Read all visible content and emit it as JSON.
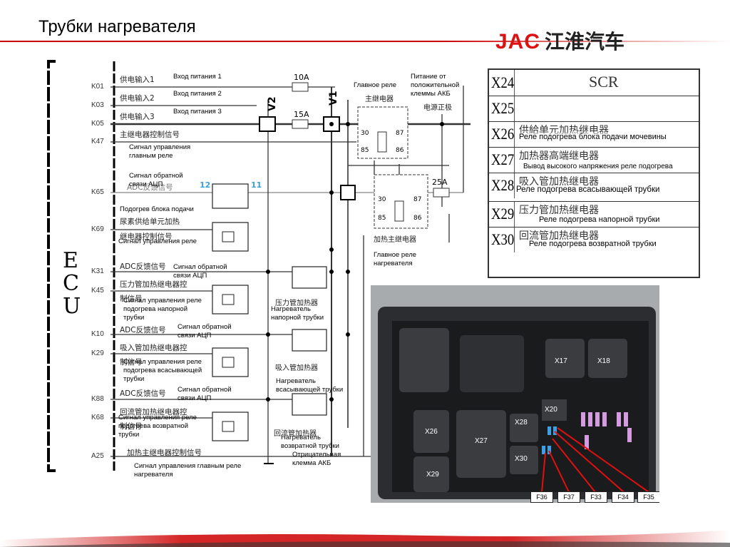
{
  "title": "Трубки нагревателя",
  "logo": {
    "brand": "JAC",
    "cn": "江淮汽车"
  },
  "ecu": {
    "label": [
      "E",
      "C",
      "U"
    ]
  },
  "pins": [
    "K01",
    "K03",
    "K05",
    "K47",
    "K65",
    "K69",
    "K31",
    "K45",
    "K10",
    "K29",
    "K88",
    "K68",
    "A25"
  ],
  "cn_signals": [
    "供电输入1",
    "供电输入2",
    "供电输入3",
    "主继电器控制信号",
    "ADC反馈信号",
    "尿素供给单元加热",
    "继电器控制信号",
    "ADC反馈信号",
    "压力管加热继电器控",
    "制信号",
    "ADC反馈信号",
    "吸入管加热继电器控",
    "制信号",
    "ADC反馈信号",
    "回流管加热继电器控",
    "制信号",
    "加热主继电器控制信号"
  ],
  "ru_labels": {
    "input1": "Вход питания 1",
    "input2": "Вход питания 2",
    "input3": "Вход питания 3",
    "main_relay_ctrl": "Сигнал управления главным реле",
    "adc_fb1": "Сигнал обратной связи АЦП",
    "pump_heat": "Подогрев блока подачи",
    "ctrl_relay": "Сигнал управления реле",
    "adc_fb2": "Сигнал обратной связи АЦП",
    "ctrl_press": "Сигнал управления реле подогрева напорной трубки",
    "adc_fb3": "Сигнал обратной связи АЦП",
    "ctrl_suct": "Сигнал управления реле подогрева всасывающей трубки",
    "adc_fb4": "Сигнал обратной связи АЦП",
    "ctrl_ret": "Сигнал управления реле подогрева возвратной трубки",
    "ctrl_heat_main": "Сигнал управления главным реле нагревателя",
    "main_relay": "Главное реле",
    "bat_plus": "Питание от положительной клеммы АКБ",
    "heater_main_relay": "Главное реле нагревателя",
    "heater_press": "Нагреватель напорной трубки",
    "heater_suct": "Нагреватель всасывающей трубки",
    "heater_ret": "Нагреватель возвратной трубки",
    "bat_minus": "Отрицательная клемма АКБ"
  },
  "diagram_cn": {
    "main_relay": "主继电器",
    "bat_pos": "电源正极",
    "heat_relay": "加热主继电器",
    "press_heater": "压力管加热器",
    "suct_heater": "吸入管加热器",
    "ret_heater": "回流管加热器"
  },
  "fuses": {
    "f1": "10A",
    "f2": "15A",
    "f3": "25A"
  },
  "valves": {
    "v1": "V1",
    "v2": "V2"
  },
  "nodes": {
    "n12": "12",
    "n11": "11"
  },
  "relay_pins": [
    "30",
    "87",
    "85",
    "86"
  ],
  "table": [
    {
      "code": "X24",
      "cn": "SCR",
      "ru": ""
    },
    {
      "code": "X25",
      "cn": "",
      "ru": ""
    },
    {
      "code": "X26",
      "cn": "供給单元加热继电器",
      "ru": "Реле подогрева блока подачи мочевины"
    },
    {
      "code": "X27",
      "cn": "加热器高端继电器",
      "ru": "Вывод высокого напряжения реле подогрева"
    },
    {
      "code": "X28",
      "cn": "吸入管加热继电器",
      "ru": "Реле подогрева всасывающей трубки"
    },
    {
      "code": "X29",
      "cn": "压力管加热继电器",
      "ru": "Реле подогрева напорной трубки"
    },
    {
      "code": "X30",
      "cn": "回流管加热继电器",
      "ru": "Реле подогрева возвратной трубки"
    }
  ],
  "photo_labels": {
    "x17": "X17",
    "x18": "X18",
    "x20": "X20",
    "x26": "X26",
    "x27": "X27",
    "x28": "X28",
    "x29": "X29",
    "x30": "X30"
  },
  "photo_fuses": [
    "F36",
    "F37",
    "F33",
    "F34",
    "F35"
  ]
}
